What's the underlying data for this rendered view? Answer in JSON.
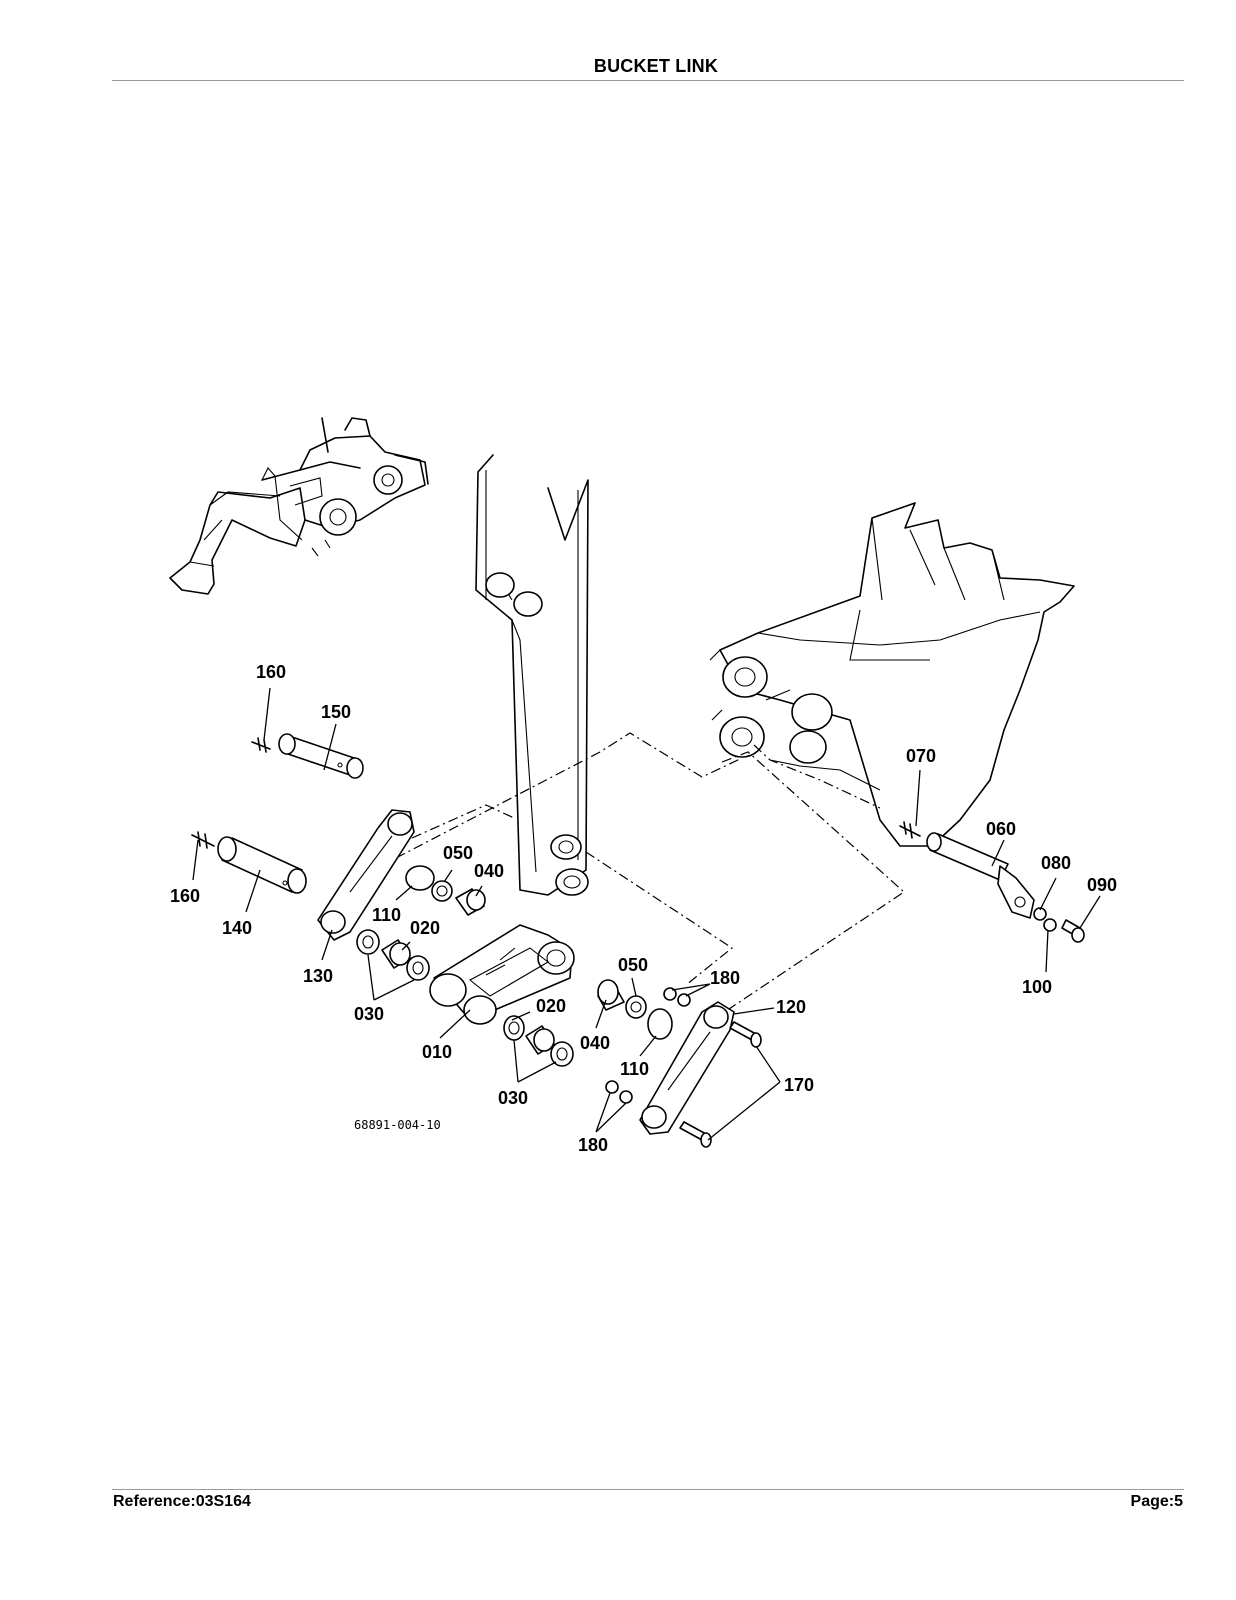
{
  "header": {
    "title": "BUCKET LINK"
  },
  "footer": {
    "reference": "Reference:03S164",
    "page": "Page:5"
  },
  "diagram": {
    "figure_code": "68891-004-10",
    "part_labels": {
      "p160a": "160",
      "p150": "150",
      "p160b": "160",
      "p140": "140",
      "p130": "130",
      "p110a": "110",
      "p050a": "050",
      "p040a": "040",
      "p020a": "020",
      "p030a": "030",
      "p010": "010",
      "p020b": "020",
      "p040b": "040",
      "p050b": "050",
      "p110b": "110",
      "p030b": "030",
      "p180a": "180",
      "p180b": "180",
      "p120": "120",
      "p170": "170",
      "p070": "070",
      "p060": "060",
      "p080": "080",
      "p090": "090",
      "p100": "100"
    }
  }
}
